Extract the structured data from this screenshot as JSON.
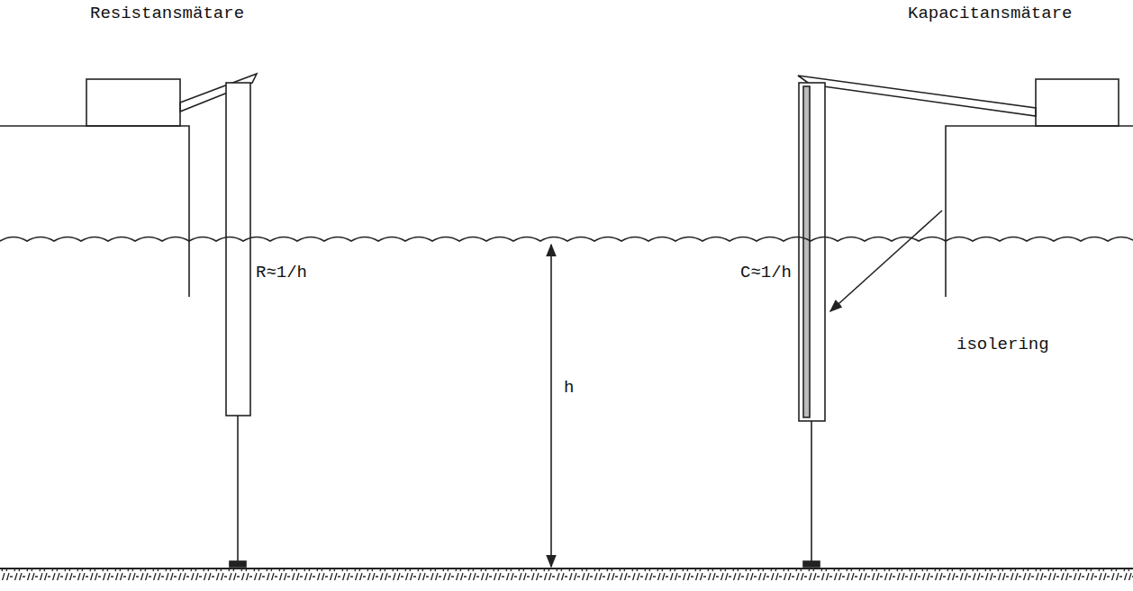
{
  "diagram": {
    "labels": [
      "Resistansmätare",
      "Kapacitansmätare",
      "R≈1/h",
      "C≈1/h",
      "h",
      "isolering"
    ]
  }
}
